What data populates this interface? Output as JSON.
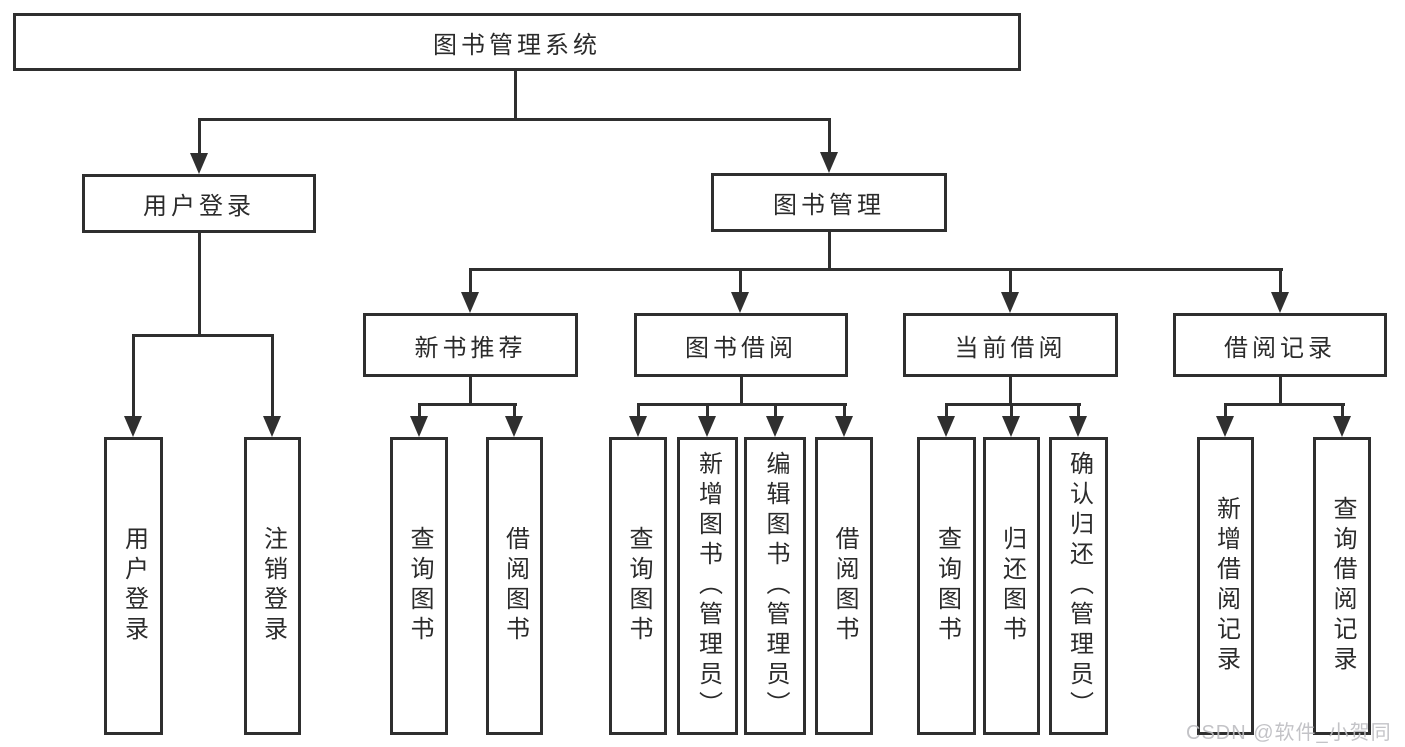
{
  "diagram": {
    "root": {
      "label": "图书管理系统"
    },
    "level2": [
      {
        "label": "用户登录"
      },
      {
        "label": "图书管理"
      }
    ],
    "level3": [
      {
        "label": "新书推荐"
      },
      {
        "label": "图书借阅"
      },
      {
        "label": "当前借阅"
      },
      {
        "label": "借阅记录"
      }
    ],
    "leaves": {
      "user_login": [
        "用户登录",
        "注销登录"
      ],
      "new_book": [
        "查询图书",
        "借阅图书"
      ],
      "book_borrow": [
        "查询图书",
        "新增图书（管理员）",
        "编辑图书（管理员）",
        "借阅图书"
      ],
      "current_borrow": [
        "查询图书",
        "归还图书",
        "确认归还（管理员）"
      ],
      "borrow_record": [
        "新增借阅记录",
        "查询借阅记录"
      ]
    },
    "watermark": "CSDN @软件_小贺同学",
    "colors": {
      "line": "#2f2f2f",
      "background": "#ffffff",
      "watermark": "#bdbdc1"
    }
  }
}
